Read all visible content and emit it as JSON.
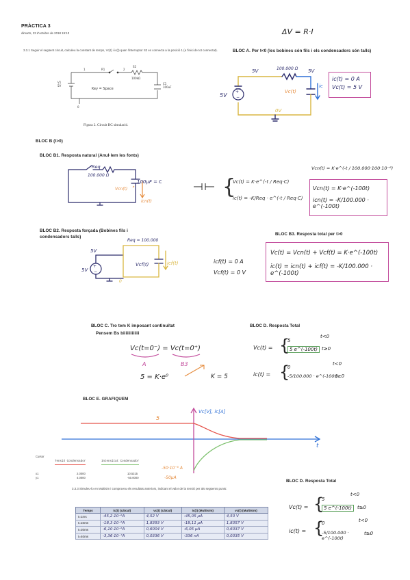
{
  "header": {
    "title": "PRÀCTICA 3",
    "subtitle": "dimarts, 23 d'octubre de 2018    19:13"
  },
  "ohm_law": "ΔV = R·I",
  "intro": {
    "text": "3.3.1 Seguir el següent circuit, calculeu la constant de temps, Vc(t) i ic(t) quan l'interruptor S2 es connecta a la posició 1 (a l'inici de tot connectat)."
  },
  "circuit_fig": {
    "labels": {
      "n1": "1",
      "r1": "R1",
      "n2": "2",
      "s2": "S2",
      "r2": "100kΩ",
      "v1": "V1",
      "v1val": "5V",
      "c1": "C1",
      "c1val": "100uF",
      "key": "Key = Space",
      "n0": "0"
    },
    "caption": "Figura 2. Circuit RC simulació."
  },
  "colors": {
    "pink": "#c24a9b",
    "green": "#7cc06c",
    "orange": "#e58a3a",
    "blue": "#2d6fd6",
    "red": "#e5534b",
    "yellow": "#d9b640"
  },
  "bloc_a": {
    "title": "BLOC A. Per t<0 (les bobines són fils i els condensadors són talls)",
    "resistor": "100.000 Ω",
    "v_left": "5V",
    "v_right": "5V",
    "v_bottom": "0V",
    "vc": "Vc(t)",
    "ic": "ic",
    "src": "5V",
    "result1": "ic(t) = 0 A",
    "result2": "Vc(t) = 5 V"
  },
  "bloc_b": {
    "title": "BLOC B (t>0)"
  },
  "bloc_b1": {
    "title": "BLOC B1. Resposta natural (Anul·lem les fonts)",
    "req": "Req",
    "resistor": "100.000 Ω",
    "cap": "100µF = C",
    "vcn": "Vcn(t)",
    "icn": "icn(t)",
    "eq1": "Vc(t) = K·e^(-t / Req·C)",
    "eq2": "ic(t) = -K/Req · e^(-t / Req·C)",
    "top_exp": "Vcn(t) = K·e^(-t / 100.000·100·10⁻⁶)",
    "box1": "Vcn(t) = K·e^(-100t)",
    "box2": "icn(t) = -K/100.000 · e^(-100t)"
  },
  "bloc_b2": {
    "title": "BLOC B2. Resposta forçada (Bobines fils i condensadors talls)",
    "req": "Req = 100.000",
    "src": "5V",
    "v_top": "5V",
    "v_bottom": "0",
    "vcf": "Vcf(t)",
    "icf": "icf(t)",
    "eq1": "icf(t) = 0 A",
    "eq2": "Vcf(t) = 0 V"
  },
  "bloc_b3": {
    "title": "BLOC B3. Resposta total per t>0",
    "eq1": "Vc(t) = Vcn(t) + Vcf(t) = K·e^(-100t)",
    "eq2": "ic(t) = icn(t) + icf(t) = -K/100.000 · e^(-100t)"
  },
  "bloc_c": {
    "title": "BLOC C. Tro tem K imposant continuïtat",
    "subtitle": "Pensem Bs biiiiiiiiiiiii",
    "eq": "Vc(t=0⁻) = Vc(t=0⁺)",
    "label_a": "A",
    "label_b3": "B3",
    "eq2": "5 =  K·e⁰",
    "result": "K = 5"
  },
  "bloc_d1": {
    "title": "BLOC D. Resposta Total",
    "vc_lbl": "Vc(t) =",
    "vc_top": "5",
    "vc_bot": "5 e^(-100t)",
    "ic_lbl": "ic(t) =",
    "ic_top": "0",
    "ic_bot": "-5/100.000 · e^(-100t)",
    "c_neg": "t<0",
    "c_pos": "t≥0"
  },
  "bloc_e": {
    "title": "BLOC E. GRAFIQUEM",
    "axis_y": "Vc[V], ic[A]",
    "axis_x": "t",
    "label_5": "5",
    "label_neg": "-50·10⁻⁶ A",
    "label_neg2": "-50µA"
  },
  "sim_cursor": {
    "title": "Cursor",
    "headers": [
      "Tensió Condensador",
      "Intensitat Condensador"
    ],
    "rows": [
      {
        "lbl": "x1",
        "v": "2.0000",
        "i": "10.5315"
      },
      {
        "lbl": "y1",
        "v": "4.0000",
        "i": "-50.0000"
      }
    ]
  },
  "bloc_d2": {
    "title": "BLOC D. Resposta Total",
    "vc_lbl": "Vc(t) =",
    "vc_top": "5",
    "vc_bot": "5 e^(-100t)",
    "ic_lbl": "ic(t) =",
    "ic_top": "0",
    "ic_bot": "-5/100.000 · e^(-100t)",
    "c_neg": "t<0",
    "c_pos": "t≥0"
  },
  "section_333": {
    "text": "3.3.3 Simuleu-lo en Multisim i comproveu els resultats anteriors, indicant el valor de la tensió per als següents punts:",
    "headers": [
      "Temps",
      "ic(t) (càlcul)",
      "vc(t) (càlcul)",
      "ic(t) (Multisim)",
      "vc(t) (Multisim)"
    ],
    "rows": [
      [
        "t=1ms",
        "-45,2·10⁻⁶A",
        "4,52 V",
        "-45,05 µA",
        "4,50 V"
      ],
      [
        "t=10ms",
        "-18,3·10⁻⁶A",
        "1,8393 V",
        "-18,11 µA",
        "1,8357 V"
      ],
      [
        "t=20ms",
        "-6,10·10⁻⁶A",
        "0,6004 V",
        "-6,05 µA",
        "0,6037 V"
      ],
      [
        "t=40ms",
        "-3,36·10⁻⁷A",
        "0,0336 V",
        "-336 nA",
        "0,0335 V"
      ]
    ]
  }
}
